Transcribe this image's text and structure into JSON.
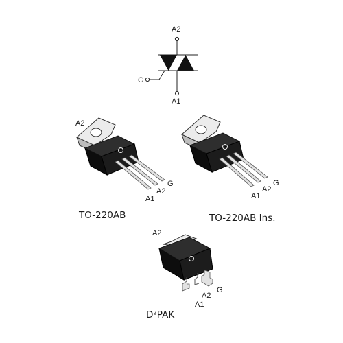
{
  "symbol": {
    "anode2": "A2",
    "anode1": "A1",
    "gate": "G"
  },
  "packages": [
    {
      "name": "TO-220AB",
      "pins": {
        "a2_tab": "A2",
        "a1": "A1",
        "a2": "A2",
        "g": "G"
      }
    },
    {
      "name": "TO-220AB Ins.",
      "pins": {
        "a1": "A1",
        "a2": "A2",
        "g": "G"
      }
    },
    {
      "name": "D²PAK",
      "pins": {
        "a2_tab": "A2",
        "a1": "A1",
        "a2": "A2",
        "g": "G"
      }
    }
  ]
}
